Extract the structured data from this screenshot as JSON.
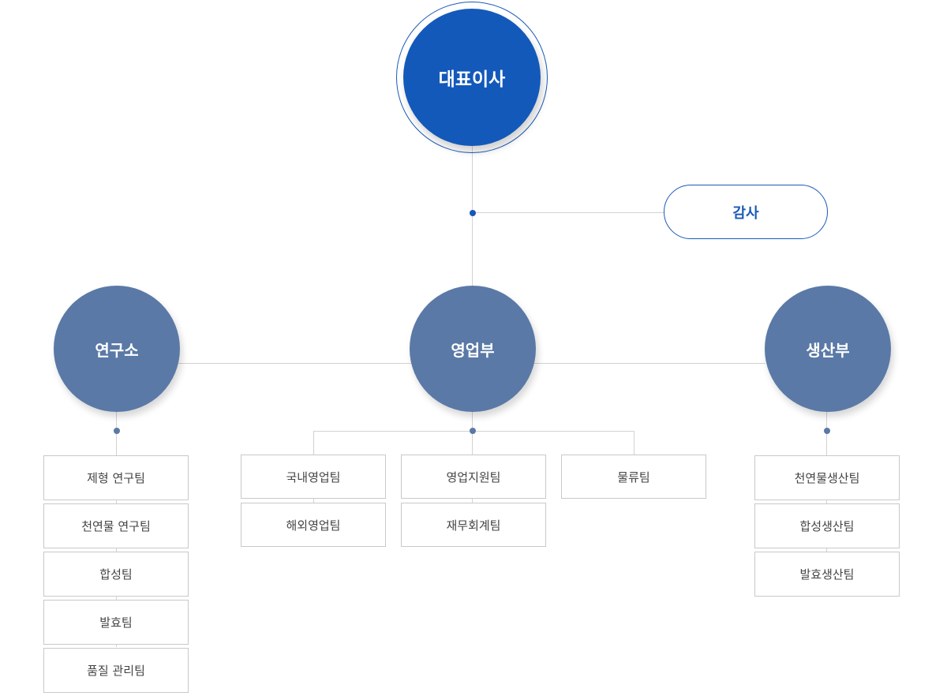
{
  "ceo": {
    "label": "대표이사"
  },
  "audit": {
    "label": "감사"
  },
  "departments": [
    {
      "label": "연구소",
      "teams": [
        "제형 연구팀",
        "천연물 연구팀",
        "합성팀",
        "발효팀",
        "품질 관리팀"
      ]
    },
    {
      "label": "영업부",
      "team_columns": [
        [
          "국내영업팀",
          "해외영업팀"
        ],
        [
          "영업지원팀",
          "재무회계팀"
        ],
        [
          "물류팀"
        ]
      ]
    },
    {
      "label": "생산부",
      "teams": [
        "천연물생산팀",
        "합성생산팀",
        "발효생산팀"
      ]
    }
  ],
  "colors": {
    "ceo": "#1359ba",
    "department": "#5a79a6",
    "line": "#d2d2d2",
    "team_border": "#c9c9c9"
  }
}
